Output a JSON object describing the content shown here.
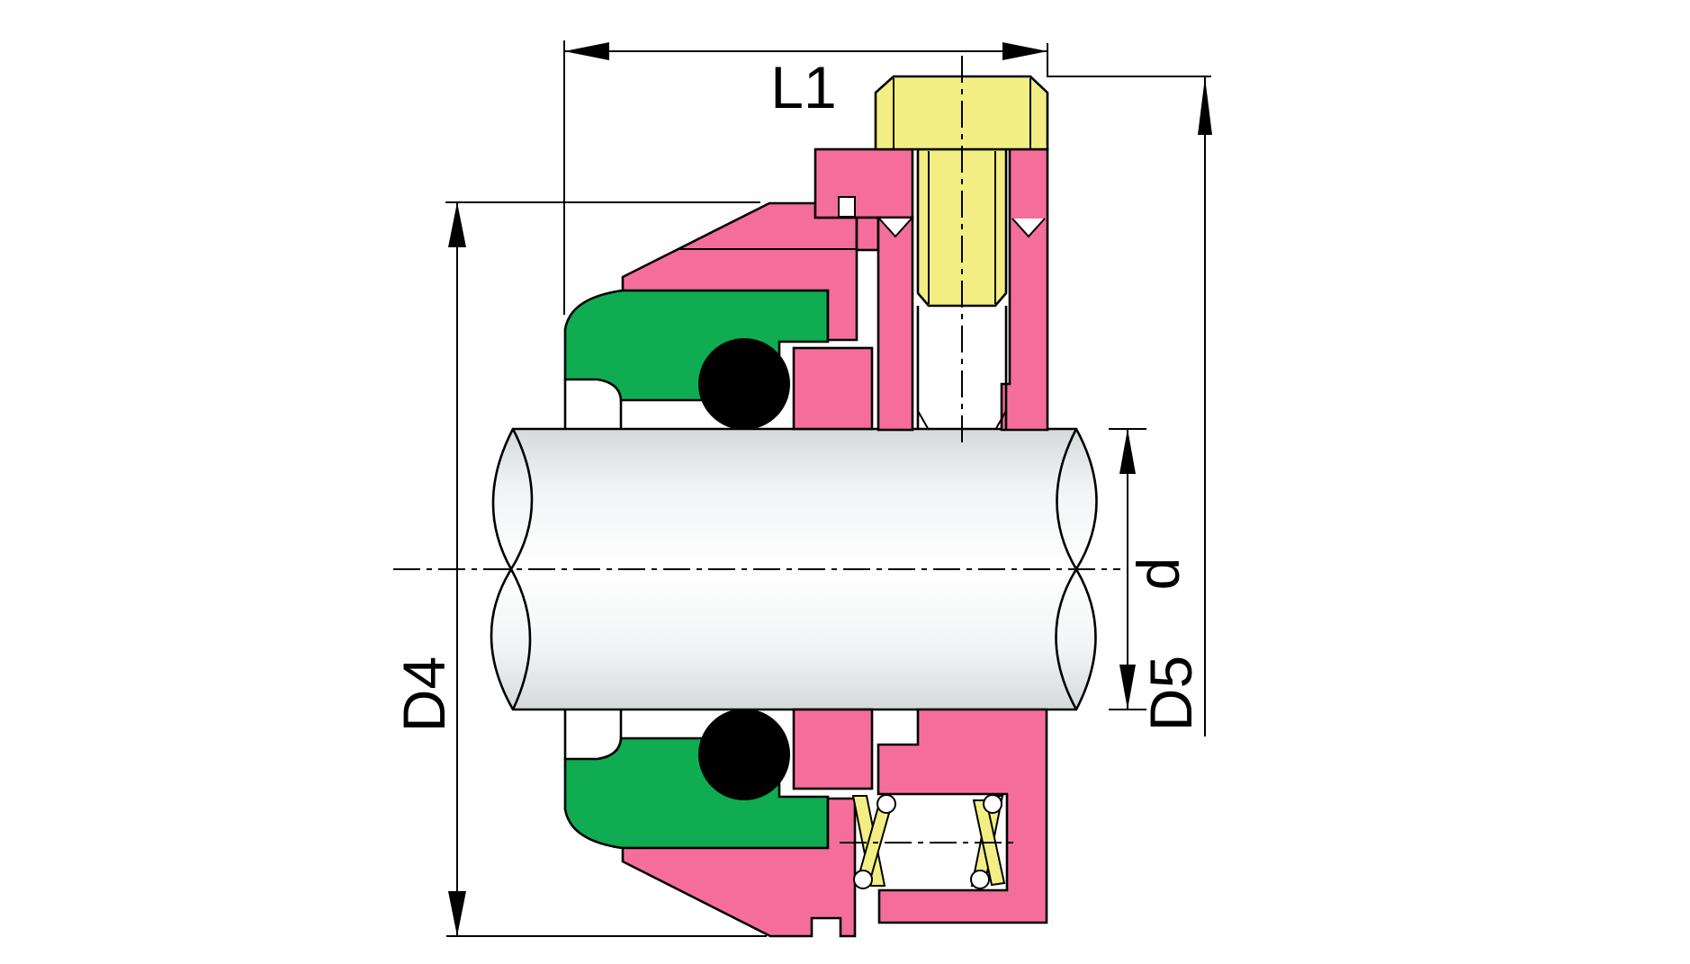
{
  "diagram": {
    "labels": {
      "l1": "L1",
      "d4": "D4",
      "d": "d",
      "d5": "D5"
    },
    "colors": {
      "outline": "#000000",
      "elastomer_pink": "#F56E9B",
      "seal_face_green": "#0FAC52",
      "screw_yellow": "#F2EE84",
      "oring_black": "#000000",
      "shaft_edge": "#D6D9DA",
      "shaft_mid": "#F2F4F5",
      "shaft_highlight": "#FFFFFF",
      "background": "#FFFFFF"
    }
  }
}
